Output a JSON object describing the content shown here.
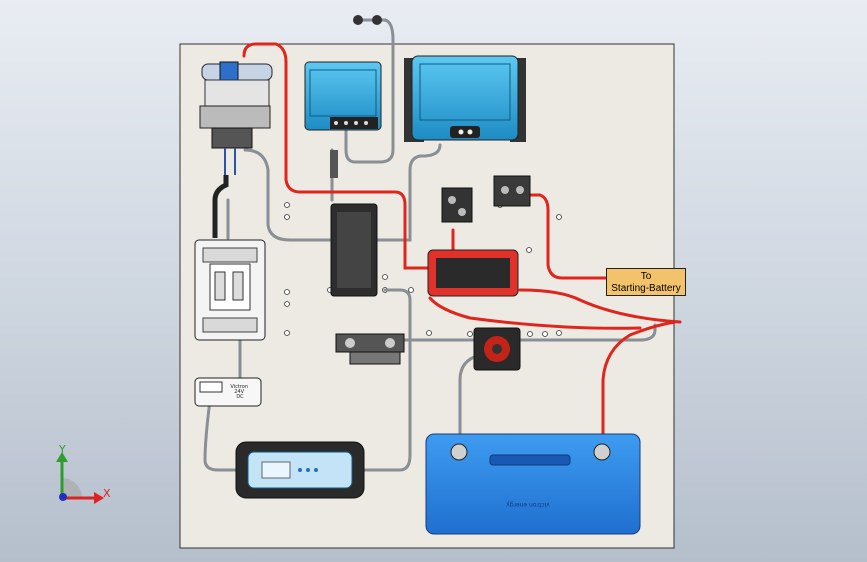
{
  "callout": {
    "line1": "To",
    "line2": "Starting-Battery"
  },
  "module_text": "Victron\n24V\nDC",
  "battery_text": "victron energy",
  "axis": {
    "x": "X",
    "y": "Y"
  },
  "colors": {
    "board": "#eceae3",
    "red_cable": "#e0251c",
    "grey_cable": "#8a8f95",
    "victron_blue": "#2aa6e0",
    "battery_blue": "#2c8ce6",
    "callout_bg": "#f3c36b"
  }
}
